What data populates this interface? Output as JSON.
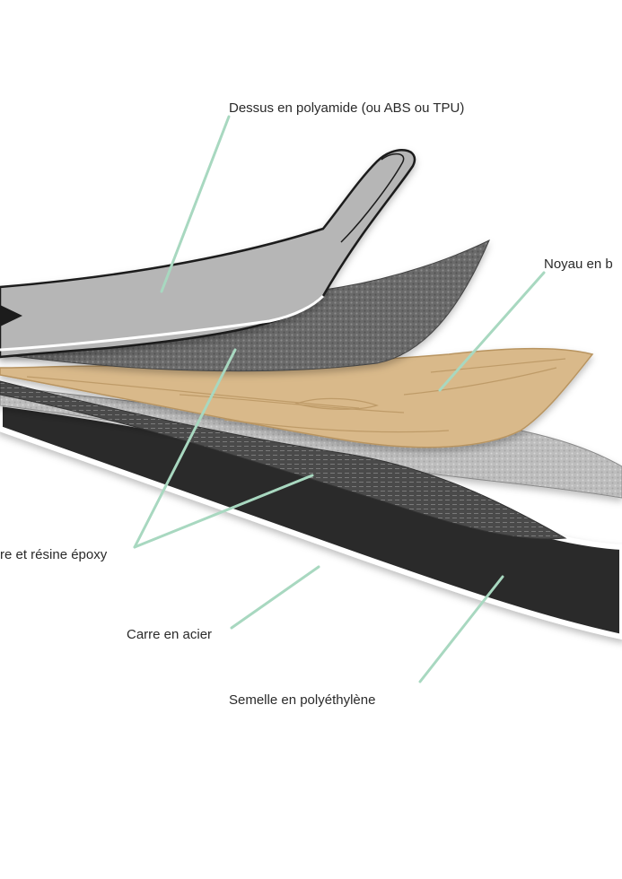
{
  "labels": {
    "top_sheet": "Dessus en polyamide (ou ABS ou TPU)",
    "core": "Noyau en b",
    "fiber": "re et résine époxy",
    "edge": "Carre en acier",
    "base": "Semelle en polyéthylène"
  },
  "colors": {
    "leader_line": "#a8d8c0",
    "top_sheet": "#b6b6b6",
    "wood_core": "#d9b98a",
    "base": "#2b2b2b",
    "outline": "#1a1a1a"
  }
}
